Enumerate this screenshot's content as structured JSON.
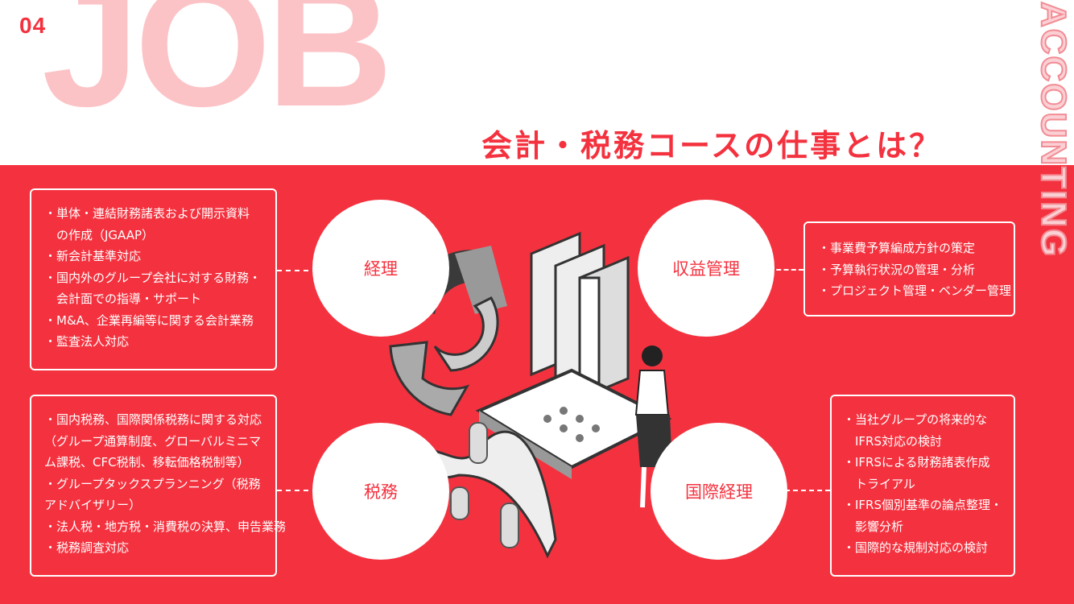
{
  "header": {
    "number": "04",
    "big_word": "JOB",
    "side_word": "ACCOUNTING",
    "title": "会計・税務コースの仕事とは？"
  },
  "roles": {
    "keiri": {
      "label": "経理",
      "items": [
        "・単体・連結財務諸表および開示資料",
        "　の作成（JGAAP）",
        "・新会計基準対応",
        "・国内外のグループ会社に対する財務・",
        "　会計面での指導・サポート",
        "・M&A、企業再編等に関する会計業務",
        "・監査法人対応"
      ]
    },
    "shueki": {
      "label": "収益管理",
      "items": [
        "・事業費予算編成方針の策定",
        "・予算執行状況の管理・分析",
        "・プロジェクト管理・ベンダー管理"
      ]
    },
    "zeimu": {
      "label": "税務",
      "items": [
        "・国内税務、国際関係税務に関する対応",
        "（グループ通算制度、グローバルミニマ",
        "ム課税、CFC税制、移転価格税制等）",
        "・グループタックスプランニング（税務",
        "アドバイザリー）",
        "・法人税・地方税・消費税の決算、申告業務",
        "・税務調査対応"
      ]
    },
    "kokusai": {
      "label": "国際経理",
      "items": [
        "・当社グループの将来的な",
        "　IFRS対応の検討",
        "・IFRSによる財務諸表作成",
        "　トライアル",
        "・IFRS個別基準の論点整理・",
        "　影響分析",
        "・国際的な規制対応の検討"
      ]
    }
  },
  "colors": {
    "accent": "#f4323f",
    "pink": "#fcc3c6"
  }
}
